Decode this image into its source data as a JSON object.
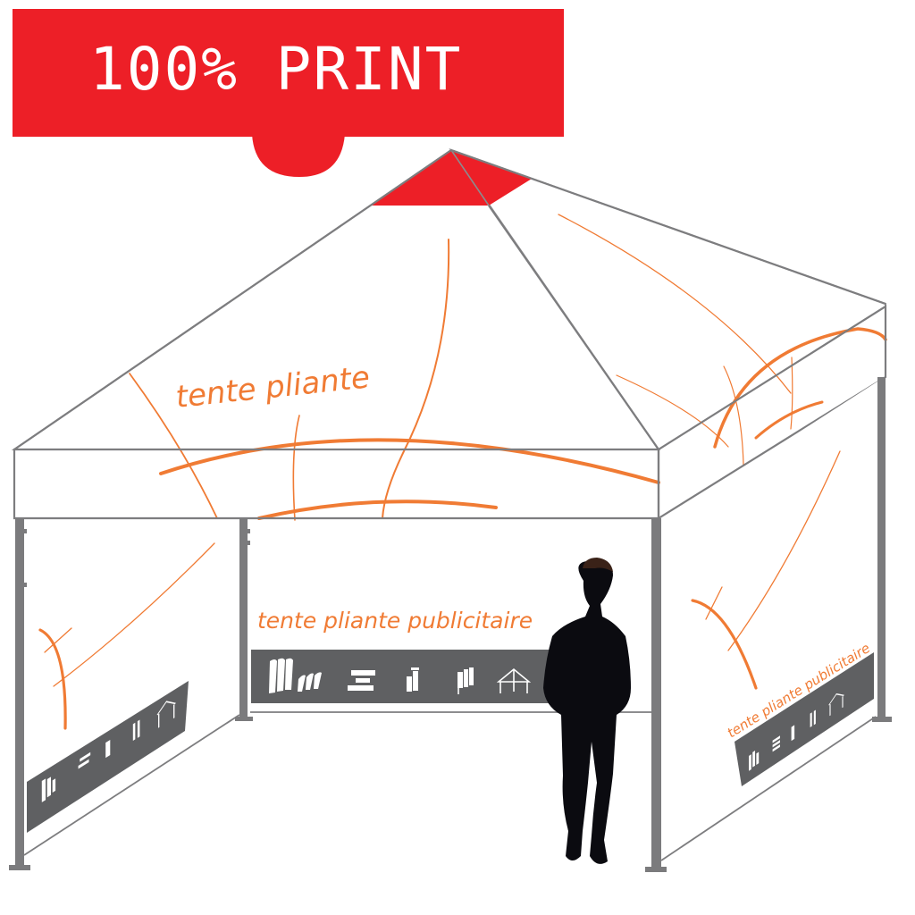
{
  "banner": {
    "title": "100% PRINT",
    "color": "#ed1f27",
    "text_color": "#ffffff"
  },
  "tent": {
    "roof_label": "tente pliante",
    "back_wall_label": "tente pliante publicitaire",
    "right_wall_label": "tente pliante publicitaire",
    "accent_color": "#f07b34",
    "peak_color": "#ed1f27",
    "frame_color": "#7b7b7d",
    "strip_color": "#5f6062",
    "strip_icons": [
      "beach-flags-icon",
      "banner-stack-icon",
      "roll-up-banners-icon",
      "flag-banners-icon",
      "tent-icon"
    ]
  },
  "figure": {
    "description": "person-silhouette",
    "color": "#0b0b10"
  }
}
